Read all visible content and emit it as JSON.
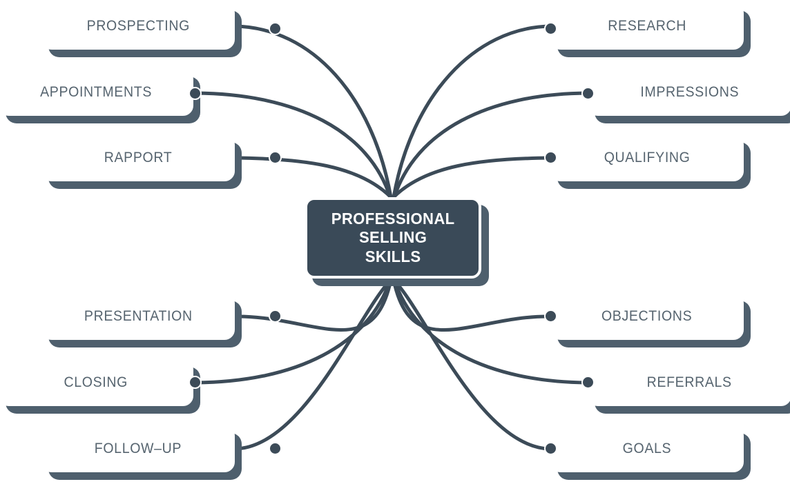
{
  "diagram": {
    "title": "Professional Selling Skills mind map",
    "center": {
      "lines": [
        "PROFESSIONAL",
        "SELLING",
        "SKILLS"
      ],
      "text": "PROFESSIONAL\nSELLING\nSKILLS"
    },
    "colors": {
      "dark": "#3a4a58",
      "plate": "#4e5f6d",
      "label_text": "#56646f",
      "center_text": "#ffffff",
      "background": "#ffffff",
      "connector": "#3c4b58"
    },
    "nodes": [
      {
        "id": "prospecting",
        "label": "PROSPECTING",
        "side": "left",
        "group": "top"
      },
      {
        "id": "appointments",
        "label": "APPOINTMENTS",
        "side": "left",
        "group": "top"
      },
      {
        "id": "rapport",
        "label": "RAPPORT",
        "side": "left",
        "group": "top"
      },
      {
        "id": "research",
        "label": "RESEARCH",
        "side": "right",
        "group": "top"
      },
      {
        "id": "impressions",
        "label": "IMPRESSIONS",
        "side": "right",
        "group": "top"
      },
      {
        "id": "qualifying",
        "label": "QUALIFYING",
        "side": "right",
        "group": "top"
      },
      {
        "id": "presentation",
        "label": "PRESENTATION",
        "side": "left",
        "group": "bottom"
      },
      {
        "id": "closing",
        "label": "CLOSING",
        "side": "left",
        "group": "bottom"
      },
      {
        "id": "followup",
        "label": "FOLLOW–UP",
        "side": "left",
        "group": "bottom"
      },
      {
        "id": "objections",
        "label": "OBJECTIONS",
        "side": "right",
        "group": "bottom"
      },
      {
        "id": "referrals",
        "label": "REFERRALS",
        "side": "right",
        "group": "bottom"
      },
      {
        "id": "goals",
        "label": "GOALS",
        "side": "right",
        "group": "bottom"
      }
    ]
  }
}
